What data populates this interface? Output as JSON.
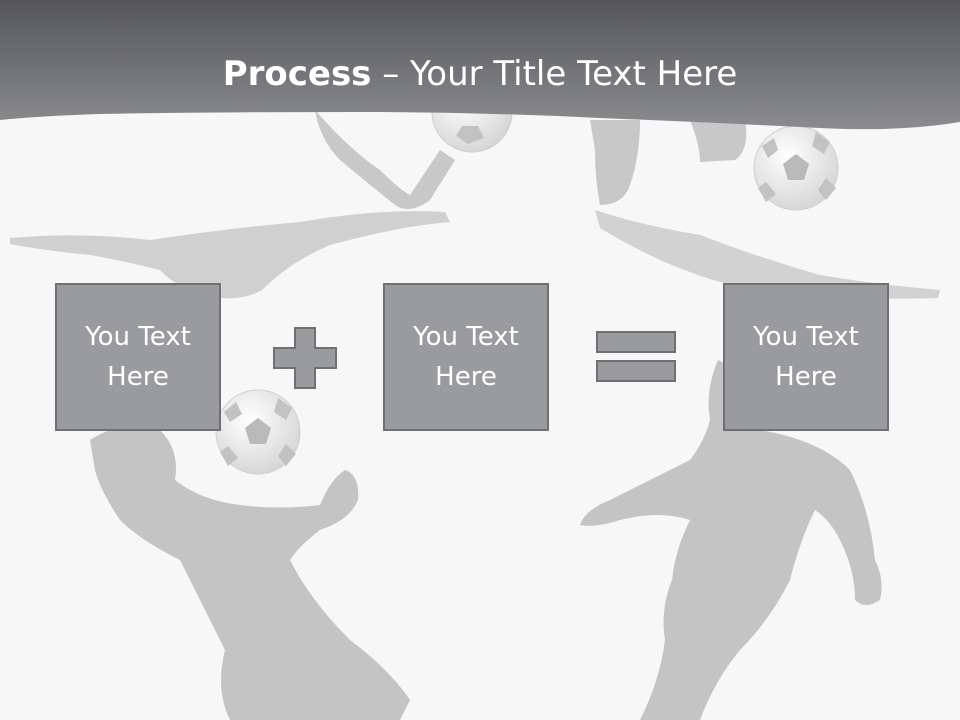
{
  "slide": {
    "title_bold": "Process",
    "title_rest": " – Your Title Text Here"
  },
  "boxes": [
    {
      "text": "You Text Here"
    },
    {
      "text": "You Text Here"
    },
    {
      "text": "You Text Here"
    }
  ],
  "operators": {
    "first": "plus-icon",
    "second": "equals-icon"
  },
  "colors": {
    "header_top": "#55565a",
    "header_bottom": "#8b8c90",
    "box_fill": "#9a9b9e",
    "box_border": "#6f7073",
    "silhouette": "#c9c9c9",
    "background": "#f7f7f7"
  }
}
